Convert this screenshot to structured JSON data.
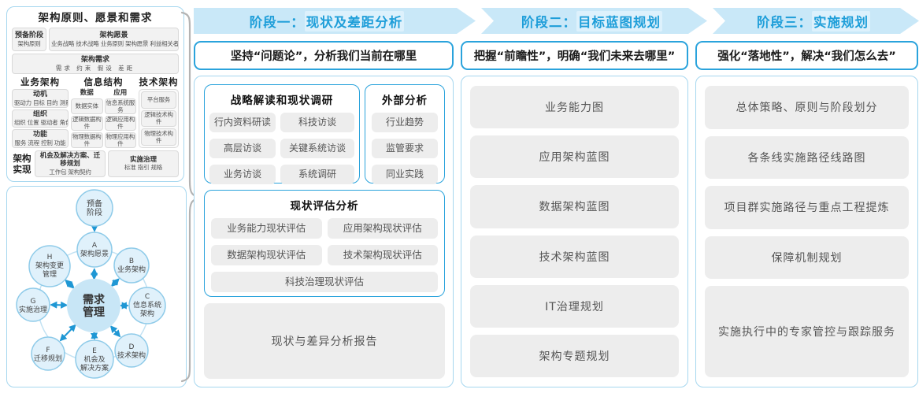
{
  "colors": {
    "accent_blue": "#1e9ed9",
    "header_bg": "#c9e8f8",
    "highlight_bg": "#ddf1fc",
    "border_blue": "#2aa3dc",
    "container_border": "#a6d7ef",
    "item_bg": "#ededed",
    "item_text": "#555555",
    "arrow_blue": "#1f97d4",
    "circle_fill": "#e0f1fb",
    "circle_stroke": "#8fcbe9",
    "center_fill": "#c8e6f6",
    "brace_gray": "#b3b3b3"
  },
  "left_top": {
    "title": "架构原则、愿景和需求",
    "prelim": {
      "title": "预备阶段",
      "sub": "架构原则"
    },
    "vision": {
      "title": "架构愿景",
      "sub": "业务战略 技术战略 业务原则 架构愿景 利益相关者"
    },
    "requirement": {
      "title": "架构需求",
      "sub": "需求 约束 假设 差距"
    },
    "business": {
      "title": "业务架构",
      "groups": [
        {
          "t": "动机",
          "s": "驱动力 目标 目的 测量"
        },
        {
          "t": "组织",
          "s": "组织 位置 驱动者 角色"
        },
        {
          "t": "功能",
          "s": "服务 流程 控制 功能"
        }
      ]
    },
    "info": {
      "title": "信息结构",
      "data_label": "数据",
      "data_items": [
        "数据实体",
        "逻辑数据构件",
        "物理数据构件"
      ],
      "app_label": "应用",
      "app_items": [
        "信息系统服务",
        "逻辑应用构件",
        "物理应用构件"
      ]
    },
    "tech": {
      "title": "技术架构",
      "items": [
        "平台服务",
        "逻辑技术构件",
        "物理技术构件"
      ]
    },
    "realize": {
      "label": "架构实现",
      "box1_title": "机会及解决方案、迁移规划",
      "box1_sub": "工作包 架构契约",
      "box2_title": "实施治理",
      "box2_sub": "标准 指引 规格"
    }
  },
  "adm": {
    "prelim": [
      "预备",
      "阶段"
    ],
    "center": [
      "需求",
      "管理"
    ],
    "nodes": [
      {
        "letter": "A",
        "lines": [
          "架构愿景"
        ]
      },
      {
        "letter": "B",
        "lines": [
          "业务架构"
        ]
      },
      {
        "letter": "C",
        "lines": [
          "信息系统",
          "架构"
        ]
      },
      {
        "letter": "D",
        "lines": [
          "技术架构"
        ]
      },
      {
        "letter": "E",
        "lines": [
          "机会及",
          "解决方案"
        ]
      },
      {
        "letter": "F",
        "lines": [
          "迁移规划"
        ]
      },
      {
        "letter": "G",
        "lines": [
          "实施治理"
        ]
      },
      {
        "letter": "H",
        "lines": [
          "架构变更",
          "管理"
        ]
      }
    ]
  },
  "phases": [
    {
      "header_prefix": "阶段一：",
      "header_highlight": "现状及差距分析",
      "banner": "坚持“问题论”，分析我们当前在哪里"
    },
    {
      "header_prefix": "阶段二：",
      "header_highlight": "目标蓝图规划",
      "banner": "把握“前瞻性”，明确“我们未来去哪里”"
    },
    {
      "header_prefix": "阶段三：",
      "header_highlight": "实施规划",
      "banner": "强化“落地性”，解决“我们怎么去”"
    }
  ],
  "phase1": {
    "survey": {
      "title": "战略解读和现状调研",
      "items": [
        "行内资料研读",
        "科技访谈",
        "高层访谈",
        "关键系统访谈",
        "业务访谈",
        "系统调研"
      ]
    },
    "external": {
      "title": "外部分析",
      "items": [
        "行业趋势",
        "监管要求",
        "同业实践"
      ]
    },
    "assessment": {
      "title": "现状评估分析",
      "items": [
        "业务能力现状评估",
        "应用架构现状评估",
        "数据架构现状评估",
        "技术架构现状评估",
        "科技治理现状评估"
      ]
    },
    "report": "现状与差异分析报告"
  },
  "phase2": {
    "items": [
      "业务能力图",
      "应用架构蓝图",
      "数据架构蓝图",
      "技术架构蓝图",
      "IT治理规划",
      "架构专题规划"
    ]
  },
  "phase3": {
    "items": [
      "总体策略、原则与阶段划分",
      "各条线实施路径线路图",
      "项目群实施路径与重点工程提炼",
      "保障机制规划",
      "实施执行中的专家管控与跟踪服务"
    ]
  }
}
